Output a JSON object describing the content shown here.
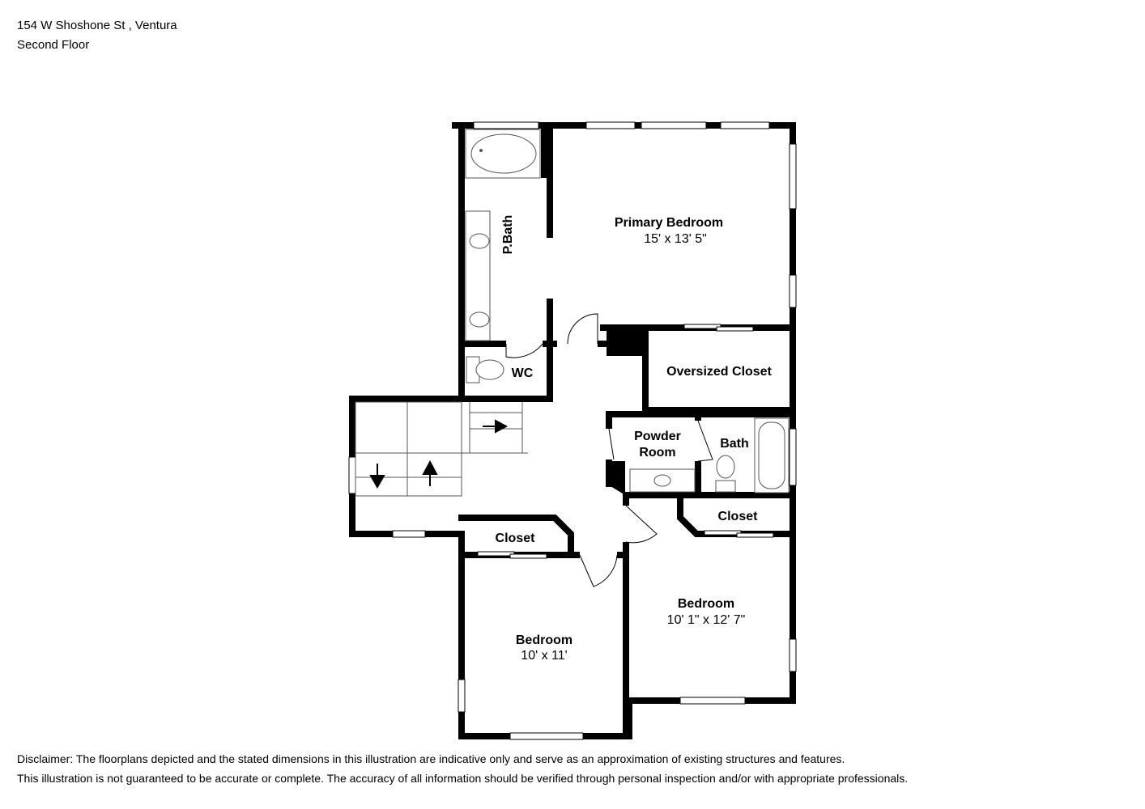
{
  "header": {
    "address": "154 W Shoshone St , Ventura",
    "floor": "Second Floor"
  },
  "rooms": {
    "primary_bedroom": {
      "name": "Primary Bedroom",
      "dims": "15' x 13' 5\""
    },
    "p_bath": {
      "name": "P.Bath"
    },
    "wc": {
      "name": "WC"
    },
    "oversized_closet": {
      "name": "Oversized Closet"
    },
    "powder_room": {
      "name_line1": "Powder",
      "name_line2": "Room"
    },
    "bath": {
      "name": "Bath"
    },
    "closet_right": {
      "name": "Closet"
    },
    "closet_left": {
      "name": "Closet"
    },
    "bedroom_right": {
      "name": "Bedroom",
      "dims": "10' 1\" x 12' 7\""
    },
    "bedroom_left": {
      "name": "Bedroom",
      "dims": "10' x 11'"
    }
  },
  "disclaimer": {
    "line1": "Disclaimer: The floorplans depicted and the stated dimensions in this illustration are indicative only and serve as an approximation of existing structures and features.",
    "line2": "This illustration is not guaranteed to be accurate or complete. The accuracy of all information should be verified through personal inspection and/or with appropriate professionals."
  },
  "colors": {
    "wall": "#000000",
    "fixture": "#555555",
    "background": "#ffffff"
  }
}
